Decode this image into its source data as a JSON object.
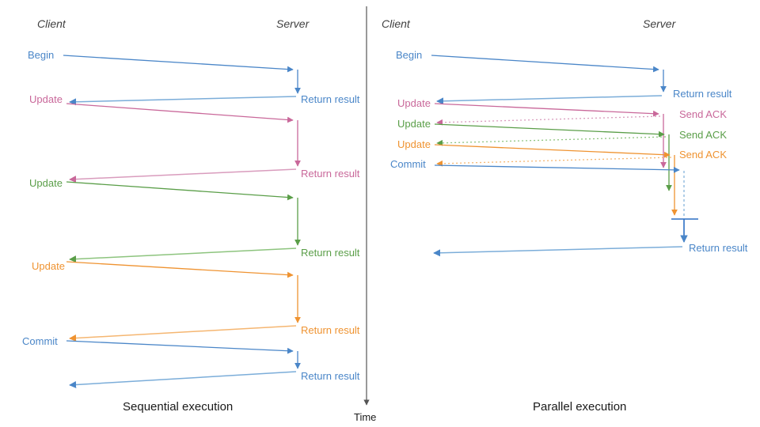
{
  "figure": {
    "time_axis_label": "Time",
    "divider_axis": "vertical-time-arrow"
  },
  "colors": {
    "blue": "#4a86c8",
    "blue_light": "#7badd9",
    "pink": "#c9689a",
    "pink_light": "#d99cbd",
    "green": "#5a9e48",
    "green_light": "#8dc47e",
    "orange": "#ef9331",
    "orange_light": "#f5b671",
    "axis": "#555555",
    "text": "#1a1a1a",
    "role_text": "#404040"
  },
  "panels": [
    {
      "id": "sequential",
      "caption": "Sequential execution",
      "client_label": "Client",
      "server_label": "Server",
      "messages": [
        {
          "request": "Begin",
          "reply": "Return result",
          "color": "blue"
        },
        {
          "request": "Update",
          "reply": "Return result",
          "color": "pink"
        },
        {
          "request": "Update",
          "reply": "Return result",
          "color": "green"
        },
        {
          "request": "Update",
          "reply": "Return result",
          "color": "orange"
        },
        {
          "request": "Commit",
          "reply": "Return result",
          "color": "blue"
        }
      ]
    },
    {
      "id": "parallel",
      "caption": "Parallel execution",
      "client_label": "Client",
      "server_label": "Server",
      "messages": [
        {
          "request": "Begin",
          "reply": "Return result",
          "color": "blue"
        },
        {
          "request": "Update",
          "reply": "Send ACK",
          "color": "pink"
        },
        {
          "request": "Update",
          "reply": "Send ACK",
          "color": "green"
        },
        {
          "request": "Update",
          "reply": "Send ACK",
          "color": "orange"
        },
        {
          "request": "Commit",
          "reply": "Return result",
          "color": "blue"
        }
      ]
    }
  ]
}
